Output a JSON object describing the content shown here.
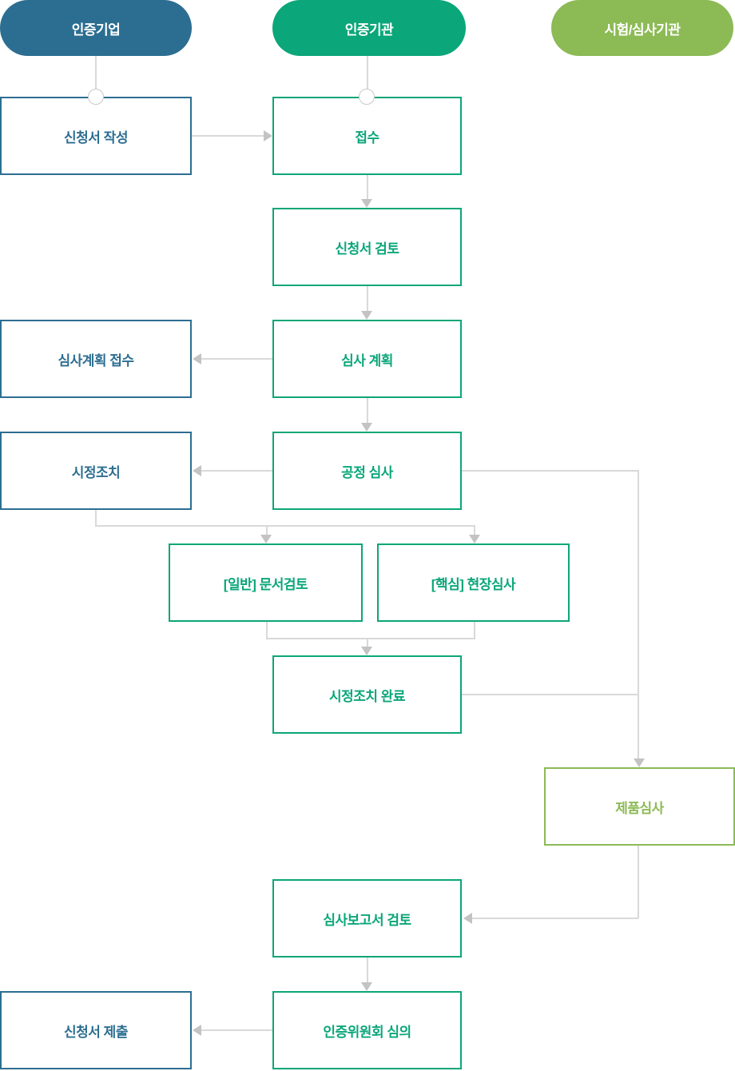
{
  "diagram": {
    "title": "certification-process-flowchart",
    "palette": {
      "lane_company_blue": "#2c6e91",
      "lane_authority_green": "#0ba679",
      "lane_testing_lightgreen": "#8cba55",
      "connector_line": "#d9d9d9",
      "connector_arrow": "#c3c3c3",
      "background": "#ffffff"
    },
    "lanes": [
      {
        "label": "인증기업",
        "color": "#2c6e91"
      },
      {
        "label": "인증기관",
        "color": "#0ba679"
      },
      {
        "label": "시험/심사기관",
        "color": "#8cba55"
      }
    ],
    "nodes": [
      {
        "label": "신청서 작성",
        "lane": "인증기업",
        "color": "#2c6e91"
      },
      {
        "label": "접수",
        "lane": "인증기관",
        "color": "#0ba679"
      },
      {
        "label": "신청서 검토",
        "lane": "인증기관",
        "color": "#0ba679"
      },
      {
        "label": "심사계획 접수",
        "lane": "인증기업",
        "color": "#2c6e91"
      },
      {
        "label": "심사 계획",
        "lane": "인증기관",
        "color": "#0ba679"
      },
      {
        "label": "시정조치",
        "lane": "인증기업",
        "color": "#2c6e91"
      },
      {
        "label": "공정 심사",
        "lane": "인증기관",
        "color": "#0ba679"
      },
      {
        "label": "[일반] 문서검토",
        "lane": "인증기관",
        "color": "#0ba679"
      },
      {
        "label": "[핵심] 현장심사",
        "lane": "인증기관",
        "color": "#0ba679"
      },
      {
        "label": "시정조치 완료",
        "lane": "인증기관",
        "color": "#0ba679"
      },
      {
        "label": "제품심사",
        "lane": "시험/심사기관",
        "color": "#8cba55"
      },
      {
        "label": "심사보고서 검토",
        "lane": "인증기관",
        "color": "#0ba679"
      },
      {
        "label": "인증위원회 심의",
        "lane": "인증기관",
        "color": "#0ba679"
      },
      {
        "label": "신청서 제출",
        "lane": "인증기업",
        "color": "#2c6e91"
      }
    ]
  }
}
